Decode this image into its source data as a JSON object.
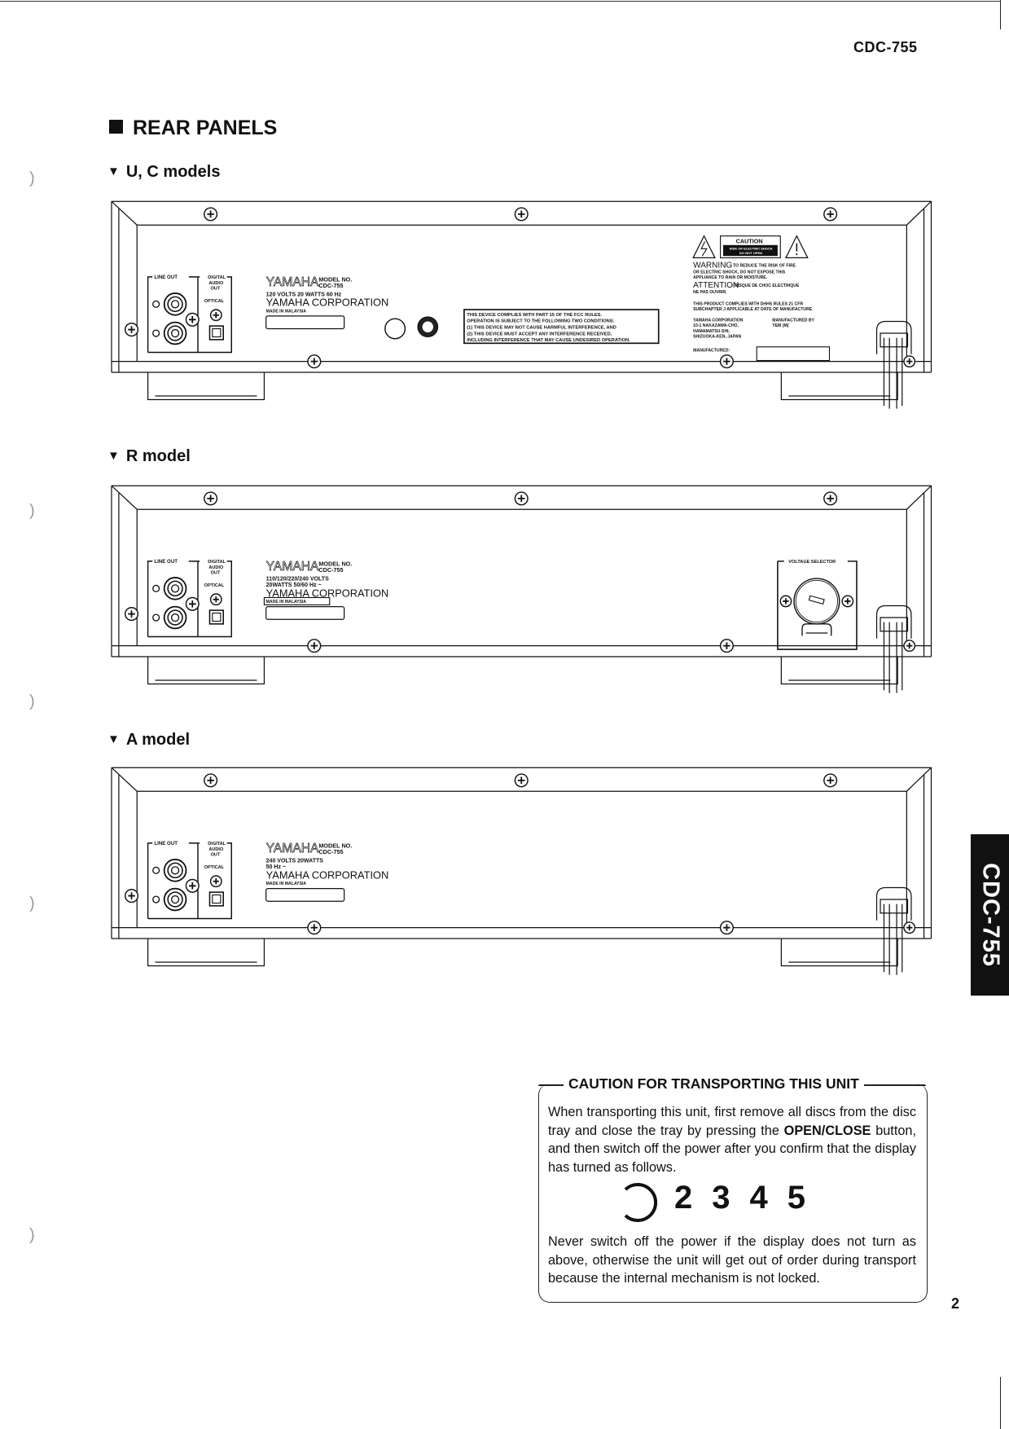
{
  "header": {
    "model": "CDC-755"
  },
  "section_title": "REAR PANELS",
  "side_tab": "CDC-755",
  "page_number": "2",
  "common": {
    "line_out": "LINE OUT",
    "digital": "DIGITAL",
    "audio": "AUDIO",
    "out": "OUT",
    "optical": "OPTICAL",
    "brand": "YAMAHA",
    "model_no_label": "MODEL NO.",
    "model_no": "CDC-755",
    "corporation": "YAMAHA CORPORATION",
    "origin": "MADE IN MALAYSIA"
  },
  "panels": [
    {
      "heading": "U, C models",
      "rating_lines": [
        "120 VOLTS   20 WATTS   60 Hz"
      ],
      "fcc": [
        "THIS DEVICE COMPLIES WITH PART 15 OF THE FCC RULES.",
        "OPERATION IS SUBJECT TO THE FOLLOWING TWO CONDITIONS:",
        "(1) THIS DEVICE MAY NOT CAUSE HARMFUL INTERFERENCE, AND",
        "(2) THIS DEVICE MUST ACCEPT ANY INTERFERENCE RECEIVED,",
        "INCLUDING INTERFERENCE THAT MAY CAUSE UNDESIRED OPERATION."
      ],
      "caution_label": {
        "title": "CAUTION",
        "lines": [
          "RISK OF ELECTRIC SHOCK",
          "DO NOT OPEN"
        ]
      },
      "warning": {
        "head": "WARNING",
        "lines": [
          ": TO REDUCE THE RISK OF FIRE",
          "OR ELECTRIC SHOCK, DO NOT EXPOSE THIS",
          "APPLIANCE TO RAIN OR MOISTURE."
        ]
      },
      "attention": {
        "head": "ATTENTION",
        "lines": [
          ": RISQUE DE CHOC ELECTRIQUE",
          "NE PAS OUVRIR."
        ]
      },
      "dhhs": [
        "THIS PRODUCT COMPLIES WITH DHHS RULES 21 CFR",
        "SUBCHAPTER J APPLICABLE AT DATE OF MANUFACTURE"
      ],
      "address": [
        "YAMAHA CORPORATION",
        "10-1 NAKAZAWA-CHO,",
        "HAMAMATSU-SHI,",
        "SHIZUOKA-KEN, JAPAN"
      ],
      "manufacturer": [
        "MANUFACTURED BY",
        "YEM (M)"
      ],
      "manufactured_label": "MANUFACTURED:"
    },
    {
      "heading": "R model",
      "rating_lines": [
        "110/120/220/240 VOLTS",
        "20WATTS          50/60 Hz ~"
      ],
      "voltage_selector": "VOLTAGE SELECTOR"
    },
    {
      "heading": "A model",
      "rating_lines": [
        "240 VOLTS    20WATTS",
        "50 Hz ~"
      ]
    }
  ],
  "caution_box": {
    "title": "CAUTION FOR TRANSPORTING THIS UNIT",
    "para1_a": "When transporting this unit, first remove all discs from the disc tray and close the tray by pressing the ",
    "para1_bold": "OPEN/CLOSE",
    "para1_b": " button, and then switch off the power after you confirm that the display has turned as follows.",
    "display_digits": "2345",
    "para2": "Never switch off the power if the display does not turn as above, otherwise the unit will get out of order during transport because the internal mechanism is not locked."
  }
}
